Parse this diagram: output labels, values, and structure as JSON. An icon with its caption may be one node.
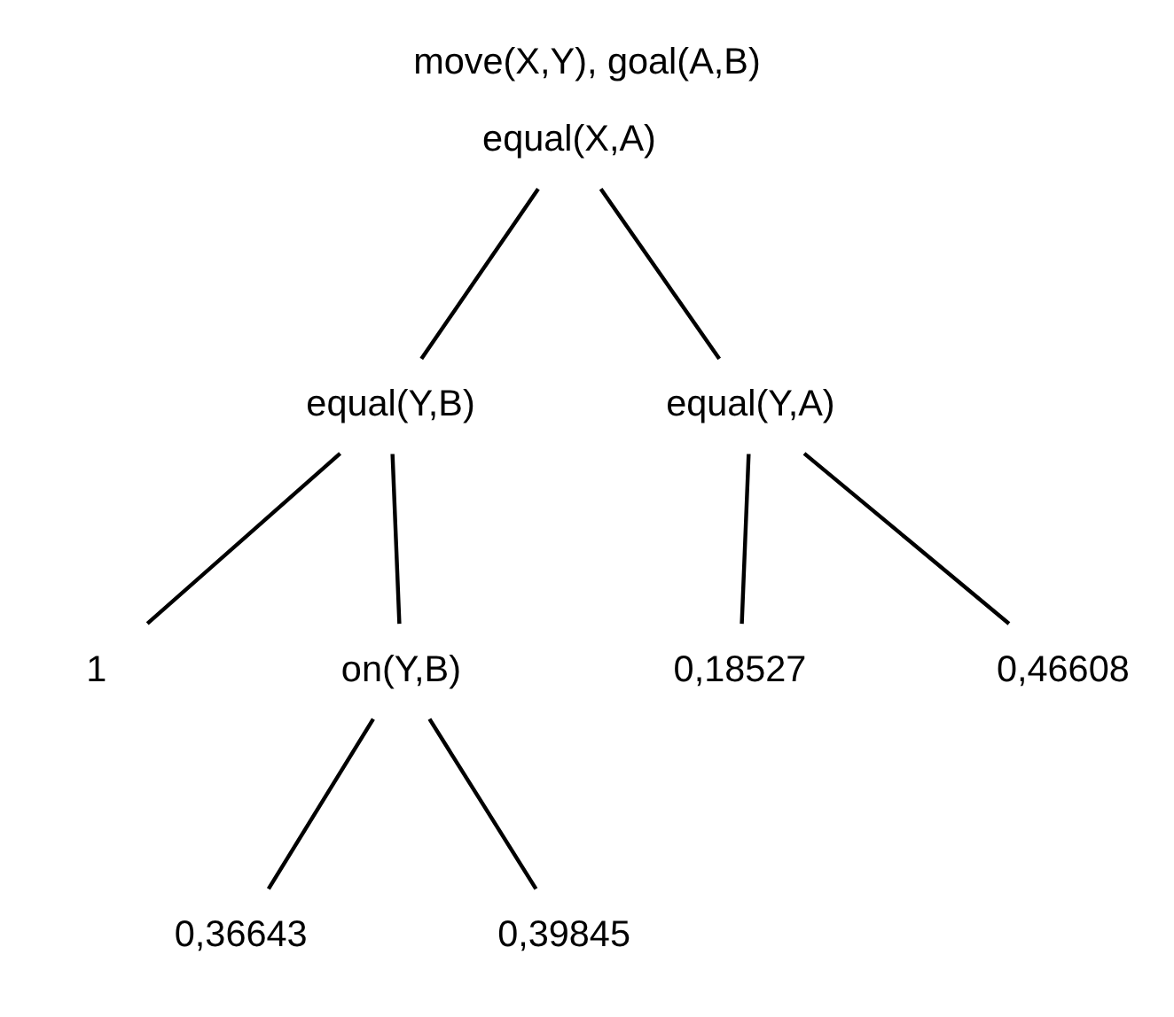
{
  "diagram": {
    "title": "move(X,Y), goal(A,B)",
    "nodes": [
      {
        "text": [
          "equal(X,A)"
        ]
      },
      {
        "text": [
          "equal(Y,B)"
        ]
      },
      {
        "text": [
          "equal(Y,A)"
        ]
      },
      {
        "text": [
          "1"
        ]
      },
      {
        "text": [
          "on(Y,B)"
        ]
      },
      {
        "text": [
          "0,18527"
        ]
      },
      {
        "text": [
          "0,46608"
        ]
      },
      {
        "text": [
          "0,36643"
        ]
      },
      {
        "text": [
          "0,39845"
        ]
      }
    ],
    "edges": [
      {
        "from": 0,
        "to": 1,
        "arrow": "none"
      },
      {
        "from": 0,
        "to": 2,
        "arrow": "none"
      },
      {
        "from": 1,
        "to": 3,
        "arrow": "none"
      },
      {
        "from": 1,
        "to": 4,
        "arrow": "none"
      },
      {
        "from": 2,
        "to": 5,
        "arrow": "none"
      },
      {
        "from": 2,
        "to": 6,
        "arrow": "none"
      },
      {
        "from": 4,
        "to": 7,
        "arrow": "none"
      },
      {
        "from": 4,
        "to": 8,
        "arrow": "none"
      }
    ]
  }
}
